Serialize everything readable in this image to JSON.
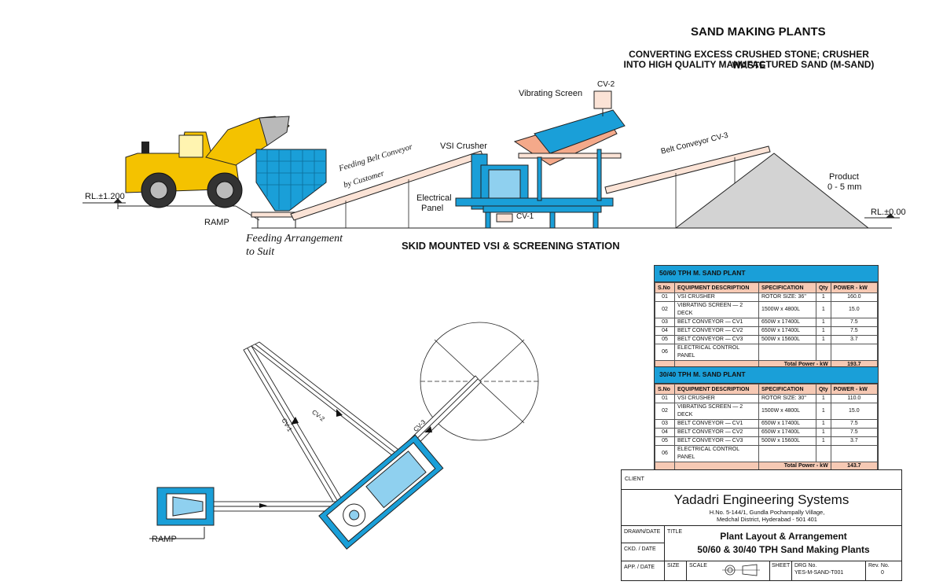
{
  "header": {
    "title": "SAND MAKING PLANTS",
    "subtitle_line1": "CONVERTING EXCESS CRUSHED STONE; CRUSHER WASTE",
    "subtitle_line2": "INTO HIGH QUALITY MANUFACTURED SAND (M-SAND)"
  },
  "elevation": {
    "rl_left": "RL.±1.200",
    "rl_right": "RL.±0.00",
    "ramp": "RAMP",
    "feeding_arrangement_1": "Feeding Arrangement",
    "feeding_arrangement_2": "to Suit",
    "feeding_belt_1": "Feeding Belt Conveyor",
    "feeding_belt_2": "by Customer",
    "vsi_crusher": "VSI Crusher",
    "electrical_1": "Electrical",
    "electrical_2": "Panel",
    "vibrating_screen": "Vibrating Screen",
    "cv2": "CV-2",
    "cv1": "CV-1",
    "belt_cv3": "Belt Conveyor CV-3",
    "product_1": "Product",
    "product_2": "0 - 5 mm",
    "station_title": "SKID MOUNTED VSI & SCREENING STATION"
  },
  "plan": {
    "ramp": "RAMP",
    "cv1": "CV-1",
    "cv2": "CV-2",
    "cv3": "CV-3"
  },
  "table1": {
    "caption": "50/60 TPH M. SAND PLANT",
    "headers": [
      "S.No",
      "EQUIPMENT DESCRIPTION",
      "SPECIFICATION",
      "Qty",
      "POWER - kW"
    ],
    "rows": [
      [
        "01",
        "VSI  CRUSHER",
        "ROTOR  SIZE:  36\"",
        "1",
        "160.0"
      ],
      [
        "02",
        "VIBRATING  SCREEN  —  2  DECK",
        "1500W  x  4800L",
        "1",
        "15.0"
      ],
      [
        "03",
        "BELT  CONVEYOR  —  CV1",
        "650W  x  17400L",
        "1",
        "7.5"
      ],
      [
        "04",
        "BELT  CONVEYOR  —  CV2",
        "650W  x  17400L",
        "1",
        "7.5"
      ],
      [
        "05",
        "BELT  CONVEYOR  —  CV3",
        "500W  x  15600L",
        "1",
        "3.7"
      ],
      [
        "06",
        "ELECTRICAL  CONTROL  PANEL",
        "",
        "",
        ""
      ]
    ],
    "total_label": "Total Power - kW",
    "total_value": "193.7"
  },
  "table2": {
    "caption": "30/40 TPH M. SAND PLANT",
    "headers": [
      "S.No",
      "EQUIPMENT DESCRIPTION",
      "SPECIFICATION",
      "Qty",
      "POWER - kW"
    ],
    "rows": [
      [
        "01",
        "VSI  CRUSHER",
        "ROTOR  SIZE:  30\"",
        "1",
        "110.0"
      ],
      [
        "02",
        "VIBRATING  SCREEN  —  2  DECK",
        "1500W  x  4800L",
        "1",
        "15.0"
      ],
      [
        "03",
        "BELT  CONVEYOR  —  CV1",
        "650W  x  17400L",
        "1",
        "7.5"
      ],
      [
        "04",
        "BELT  CONVEYOR  —  CV2",
        "650W  x  17400L",
        "1",
        "7.5"
      ],
      [
        "05",
        "BELT  CONVEYOR  —  CV3",
        "500W  x  15600L",
        "1",
        "3.7"
      ],
      [
        "06",
        "ELECTRICAL  CONTROL  PANEL",
        "",
        "",
        ""
      ]
    ],
    "total_label": "Total Power - kW",
    "total_value": "143.7"
  },
  "title_block": {
    "client": "CLIENT",
    "company": "Yadadri Engineering Systems",
    "address1": "H.No. 5-144/1, Gundla Pochampally Village,",
    "address2": "Medchal District, Hyderabad - 501 401",
    "drawn_date": "DRAWN/DATE",
    "ckd_date": "CKD. / DATE",
    "app_date": "APP. / DATE",
    "title_label": "TITLE",
    "title1": "Plant Layout & Arrangement",
    "title2": "50/60 & 30/40 TPH Sand Making Plants",
    "size": "SIZE",
    "scale": "SCALE",
    "sheet": "SHEET",
    "drg_no_label": "DRG No.",
    "drg_no": "YES-M-SAND-T001",
    "rev_label": "Rev. No.",
    "rev": "0"
  },
  "colors": {
    "accent_blue": "#1a9fd8",
    "header_peach": "#f6c9b4",
    "loader_yellow": "#f4c200",
    "conveyor_fill": "#fbe3d6"
  }
}
